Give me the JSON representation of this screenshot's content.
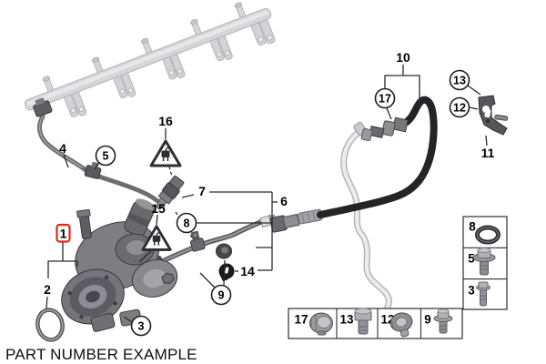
{
  "diagram": {
    "caption": "PART NUMBER EXAMPLE",
    "highlight_color": "#d92b20",
    "callouts": {
      "boxed_red": "1",
      "plain": [
        "2",
        "4",
        "6",
        "7",
        "10",
        "11",
        "14"
      ],
      "circled": [
        "3",
        "5",
        "8",
        "9",
        "12",
        "13",
        "17"
      ]
    },
    "warning_triangles": [
      {
        "number": "16",
        "icon": "electric-plug"
      },
      {
        "number": "15",
        "icon": "electric-plug"
      }
    ],
    "legend_side": {
      "rows": [
        {
          "number": "8",
          "icon": "seal-ring"
        },
        {
          "number": "5",
          "icon": "flange-bolt"
        },
        {
          "number": "3",
          "icon": "screw"
        }
      ]
    },
    "legend_bottom": {
      "cells": [
        {
          "number": "17",
          "icon": "cap-nut"
        },
        {
          "number": "13",
          "icon": "hex-bolt"
        },
        {
          "number": "12",
          "icon": "union-nut"
        },
        {
          "number": "9",
          "icon": "flange-screw"
        }
      ]
    }
  }
}
